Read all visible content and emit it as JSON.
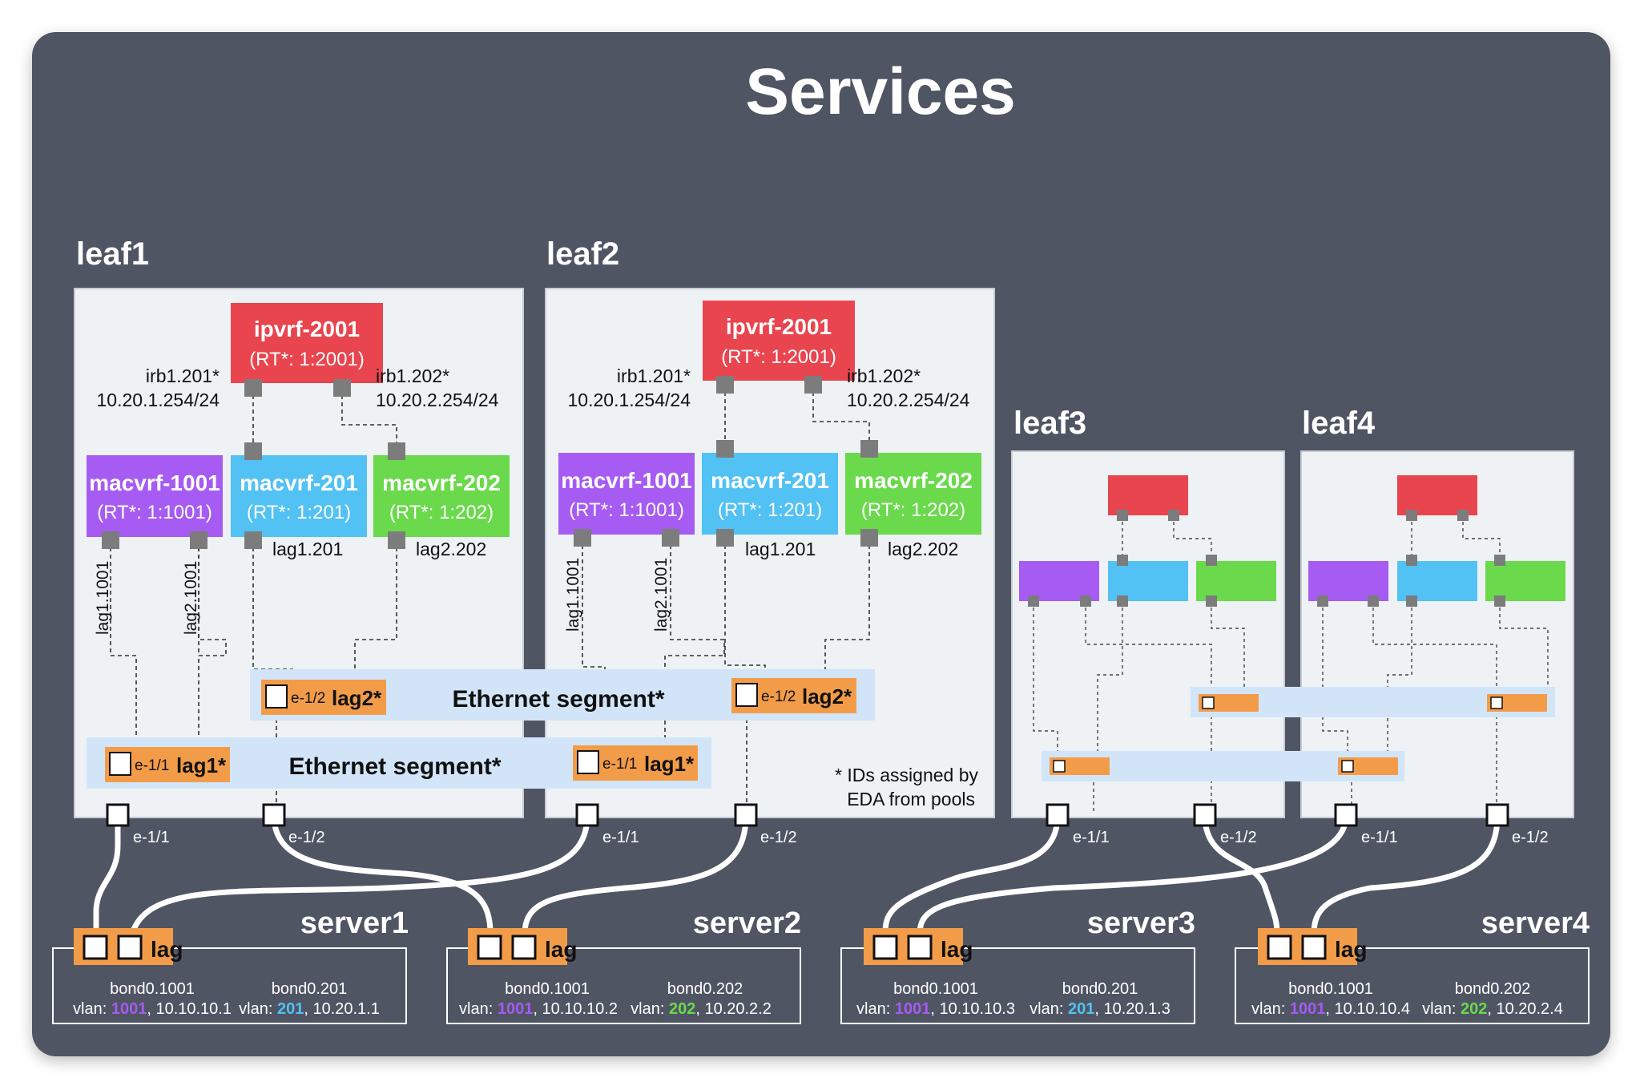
{
  "title": "Services",
  "footnote": {
    "line1": "* IDs assigned by",
    "line2": "EDA from pools"
  },
  "colors": {
    "panel": "#4f5563",
    "leaf_box": "#eef2f5",
    "ipvrf": "#e8454f",
    "macvrf_1001": "#a65bf2",
    "macvrf_201": "#52c1f3",
    "macvrf_202": "#6ad94b",
    "lag": "#f29c49",
    "segment": "#d2e5f8",
    "port": "#7c7c7c",
    "vlan_1001": "#a65bf2",
    "vlan_201": "#52c1f3",
    "vlan_202": "#6ad94b"
  },
  "leaves": {
    "leaf1": {
      "name": "leaf1",
      "ipvrf": {
        "name": "ipvrf-2001",
        "rt": "(RT*: 1:2001)"
      },
      "irb1": {
        "name": "irb1.201*",
        "ip": "10.20.1.254/24"
      },
      "irb2": {
        "name": "irb1.202*",
        "ip": "10.20.2.254/24"
      },
      "mac1001": {
        "name": "macvrf-1001",
        "rt": "(RT*: 1:1001)"
      },
      "mac201": {
        "name": "macvrf-201",
        "rt": "(RT*: 1:201)"
      },
      "mac202": {
        "name": "macvrf-202",
        "rt": "(RT*: 1:202)"
      },
      "sub_lag1_1001": "lag1.1001",
      "sub_lag2_1001": "lag2.1001",
      "sub_lag1_201": "lag1.201",
      "sub_lag2_202": "lag2.202",
      "port1": "e-1/1",
      "port2": "e-1/2"
    },
    "leaf2": {
      "name": "leaf2",
      "ipvrf": {
        "name": "ipvrf-2001",
        "rt": "(RT*: 1:2001)"
      },
      "irb1": {
        "name": "irb1.201*",
        "ip": "10.20.1.254/24"
      },
      "irb2": {
        "name": "irb1.202*",
        "ip": "10.20.2.254/24"
      },
      "mac1001": {
        "name": "macvrf-1001",
        "rt": "(RT*: 1:1001)"
      },
      "mac201": {
        "name": "macvrf-201",
        "rt": "(RT*: 1:201)"
      },
      "mac202": {
        "name": "macvrf-202",
        "rt": "(RT*: 1:202)"
      },
      "sub_lag1_1001": "lag1.1001",
      "sub_lag2_1001": "lag2.1001",
      "sub_lag1_201": "lag1.201",
      "sub_lag2_202": "lag2.202",
      "port1": "e-1/1",
      "port2": "e-1/2"
    },
    "leaf3": {
      "name": "leaf3",
      "port1": "e-1/1",
      "port2": "e-1/2"
    },
    "leaf4": {
      "name": "leaf4",
      "port1": "e-1/1",
      "port2": "e-1/2"
    }
  },
  "segments": {
    "es2": {
      "label": "Ethernet segment*",
      "lag_left": {
        "port": "e-1/2",
        "name": "lag2*"
      },
      "lag_right": {
        "port": "e-1/2",
        "name": "lag2*"
      }
    },
    "es1": {
      "label": "Ethernet segment*",
      "lag_left": {
        "port": "e-1/1",
        "name": "lag1*"
      },
      "lag_right": {
        "port": "e-1/1",
        "name": "lag1*"
      }
    }
  },
  "servers": [
    {
      "name": "server1",
      "lag": "lag",
      "bond_a": "bond0.1001",
      "bond_b": "bond0.201",
      "vlan_label": "vlan:",
      "vlan_a": "1001",
      "ip_a": ", 10.10.10.1",
      "vlan_b": "201",
      "ip_b": ", 10.20.1.1"
    },
    {
      "name": "server2",
      "lag": "lag",
      "bond_a": "bond0.1001",
      "bond_b": "bond0.202",
      "vlan_label": "vlan:",
      "vlan_a": "1001",
      "ip_a": ", 10.10.10.2",
      "vlan_b": "202",
      "ip_b": ", 10.20.2.2"
    },
    {
      "name": "server3",
      "lag": "lag",
      "bond_a": "bond0.1001",
      "bond_b": "bond0.201",
      "vlan_label": "vlan:",
      "vlan_a": "1001",
      "ip_a": ", 10.10.10.3",
      "vlan_b": "201",
      "ip_b": ", 10.20.1.3"
    },
    {
      "name": "server4",
      "lag": "lag",
      "bond_a": "bond0.1001",
      "bond_b": "bond0.202",
      "vlan_label": "vlan:",
      "vlan_a": "1001",
      "ip_a": ", 10.10.10.4",
      "vlan_b": "202",
      "ip_b": ", 10.20.2.4"
    }
  ]
}
